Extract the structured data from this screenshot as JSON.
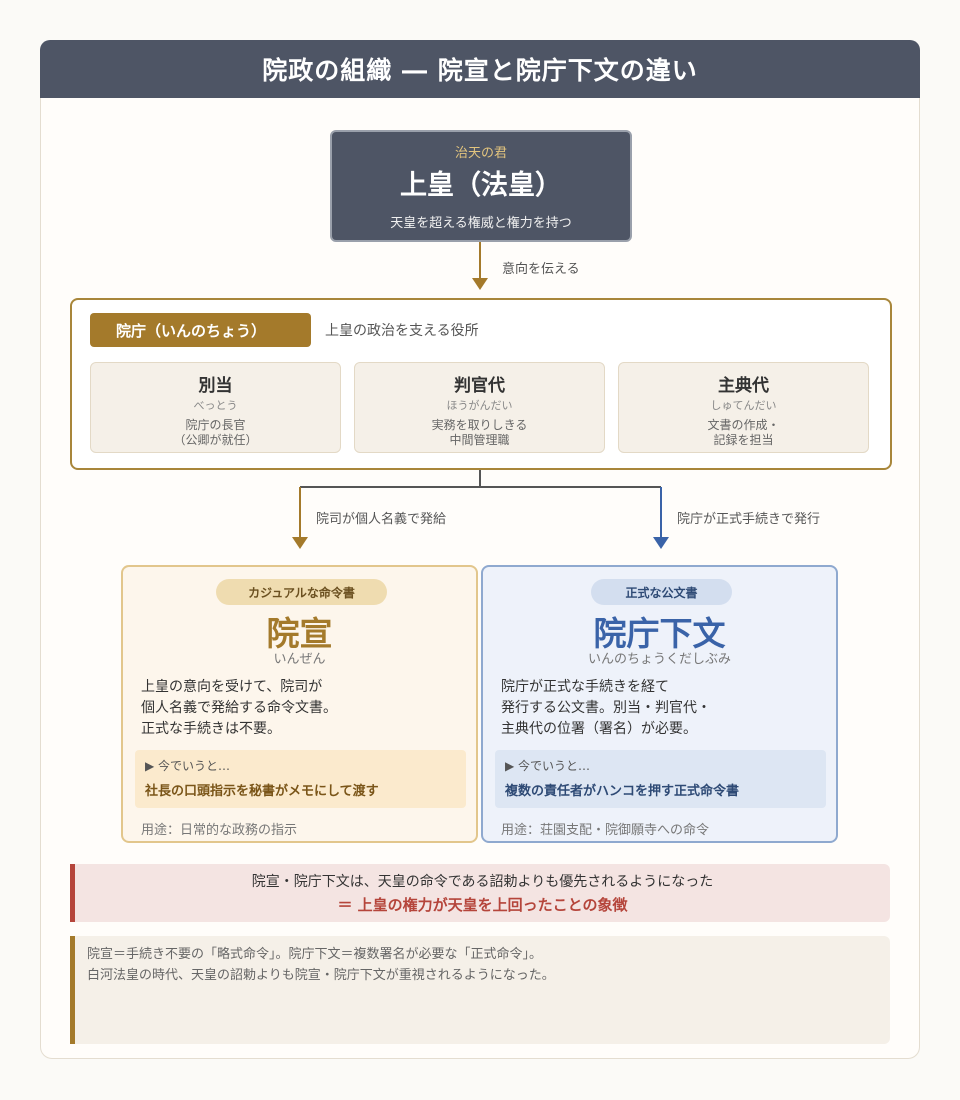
{
  "header": {
    "title": "院政の組織 ― 院宣と院庁下文の違い"
  },
  "emperor": {
    "caption": "治天の君",
    "title": "上皇（法皇）",
    "desc": "天皇を超える権威と権力を持つ"
  },
  "arrow_top_label": "意向を伝える",
  "institution": {
    "badge": "院庁（いんのちょう）",
    "desc": "上皇の政治を支える役所",
    "offices": [
      {
        "name": "別当",
        "reading": "べっとう",
        "duty1": "院庁の長官",
        "duty2": "（公卿が就任）"
      },
      {
        "name": "判官代",
        "reading": "ほうがんだい",
        "duty1": "実務を取りしきる",
        "duty2": "中間管理職"
      },
      {
        "name": "主典代",
        "reading": "しゅてんだい",
        "duty1": "文書の作成・",
        "duty2": "記録を担当"
      }
    ]
  },
  "branch_left_label": "院司が個人名義で発給",
  "branch_right_label": "院庁が正式手続きで発行",
  "inzen": {
    "tag": "カジュアルな命令書",
    "title": "院宣",
    "reading": "いんぜん",
    "body": [
      "上皇の意向を受けて、院司が",
      "個人名義で発給する命令文書。",
      "正式な手続きは不要。"
    ],
    "now_heading": "▶ 今でいうと…",
    "now_body": "社長の口頭指示を秘書がメモにして渡す",
    "use": "用途：日常的な政務の指示"
  },
  "kudashibumi": {
    "tag": "正式な公文書",
    "title": "院庁下文",
    "reading": "いんのちょうくだしぶみ",
    "body": [
      "院庁が正式な手続きを経て",
      "発行する公文書。別当・判官代・",
      "主典代の位署（署名）が必要。"
    ],
    "now_heading": "▶ 今でいうと…",
    "now_body": "複数の責任者がハンコを押す正式命令書",
    "use": "用途：荘園支配・院御願寺への命令"
  },
  "note_highlight": {
    "line1": "院宣・院庁下文は、天皇の命令である詔勅よりも優先されるようになった",
    "line2": "＝ 上皇の権力が天皇を上回ったことの象徴"
  },
  "note_summary": {
    "line1": "院宣＝手続き不要の「略式命令」。院庁下文＝複数署名が必要な「正式命令」。",
    "line2": "白河法皇の時代、天皇の詔勅よりも院宣・院庁下文が重視されるようになった。"
  },
  "colors": {
    "header_bg": "#4e5565",
    "gold": "#a47a2b",
    "blue": "#3a63a8",
    "red": "#b5453b"
  }
}
